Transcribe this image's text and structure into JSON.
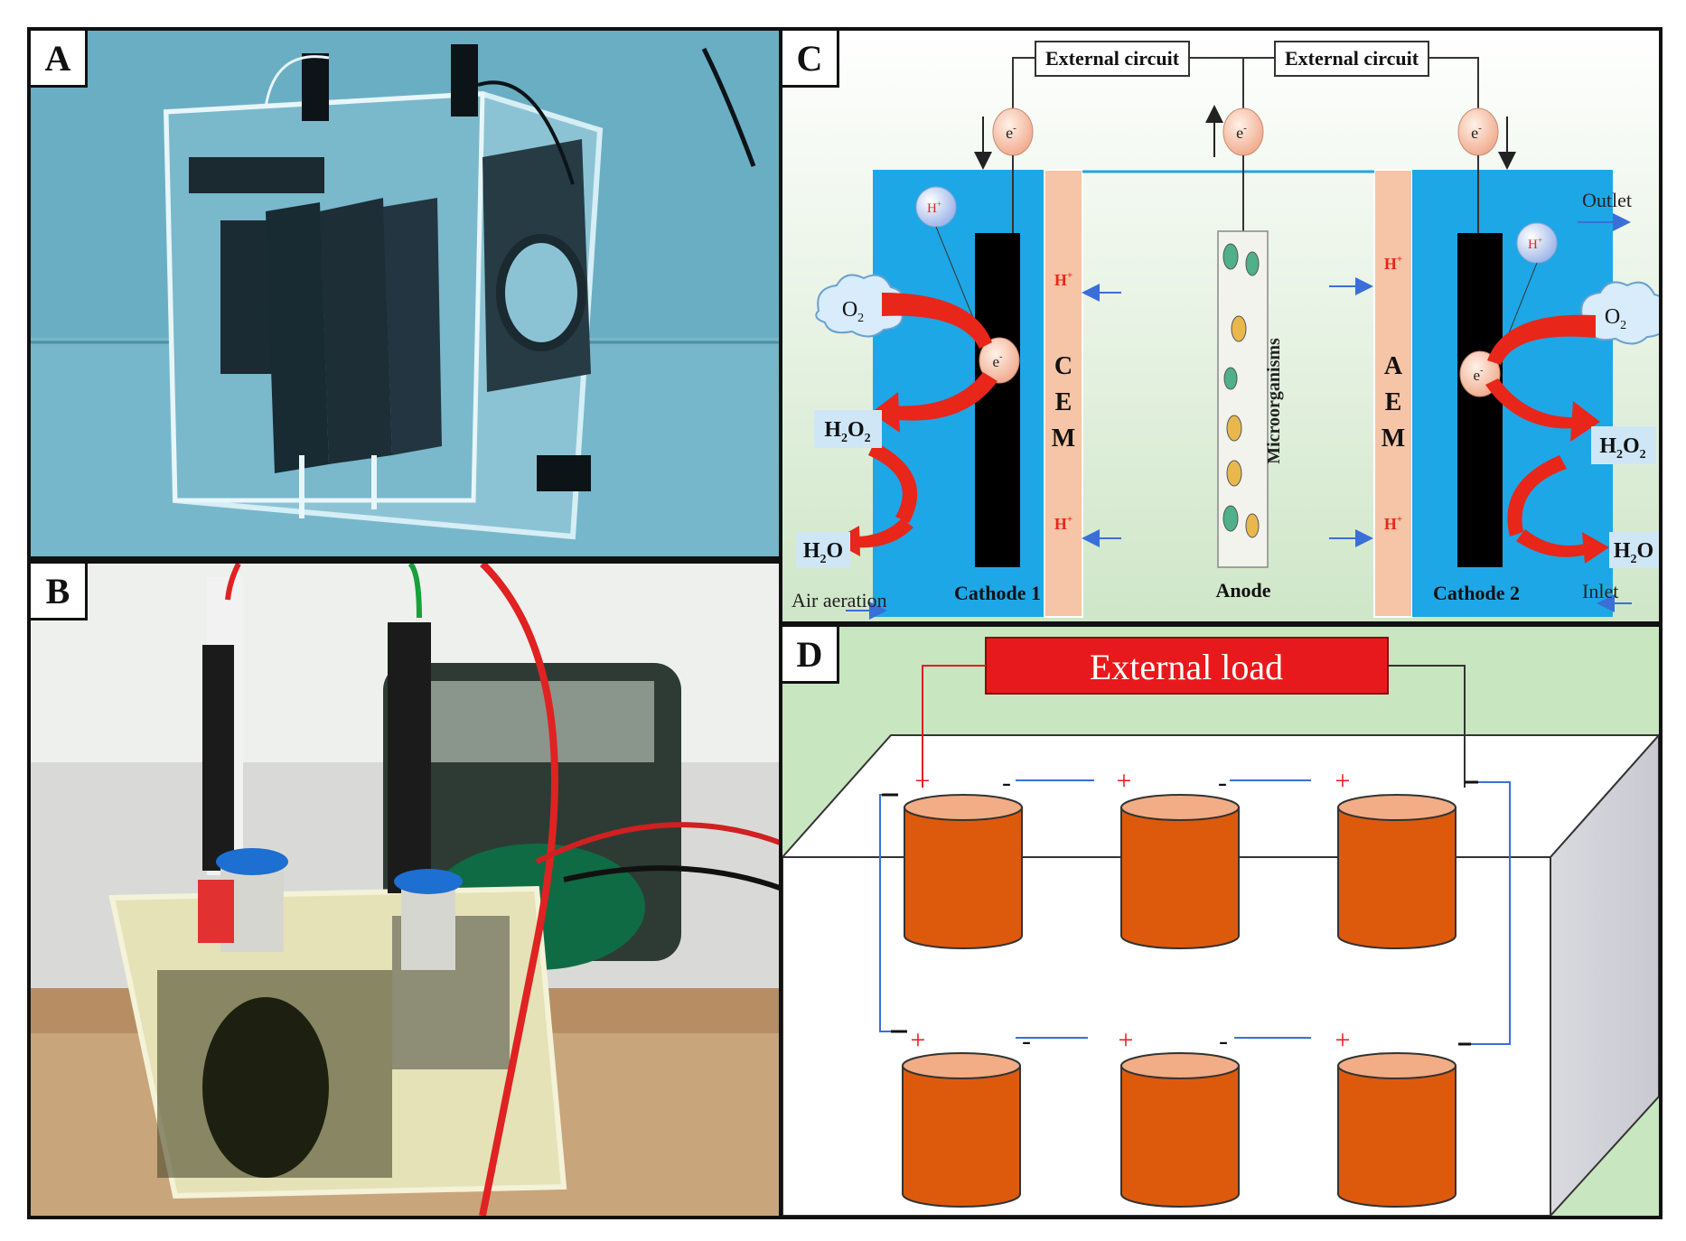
{
  "panels": {
    "a": {
      "letter": "A"
    },
    "b": {
      "letter": "B"
    },
    "c": {
      "letter": "C",
      "external_circuit_left": "External circuit",
      "external_circuit_right": "External circuit",
      "electron": "e",
      "electron_sup": "-",
      "proton": "H",
      "proton_sup": "+",
      "oxygen": "O",
      "oxygen_sub": "2",
      "peroxide_left_a": "H",
      "peroxide_left_sub1": "2",
      "peroxide_left_b": "O",
      "peroxide_left_sub2": "2",
      "water": "H",
      "water_sub": "2",
      "water_o": "O",
      "cem": [
        "C",
        "E",
        "M"
      ],
      "aem": [
        "A",
        "E",
        "M"
      ],
      "microorganisms": "Microorganisms",
      "cathode1": "Cathode 1",
      "cathode2": "Cathode 2",
      "anode": "Anode",
      "outlet": "Outlet",
      "inlet": "Inlet",
      "air_aeration": "Air aeration"
    },
    "d": {
      "letter": "D",
      "external_load": "External load",
      "plus": "+",
      "minus": "-"
    }
  },
  "colors": {
    "panel_a_tint": "#6aaec4",
    "chamber_blue": "#1ea7e6",
    "membrane_peach": "#f6c4a6",
    "electrode_black": "#000000",
    "arrow_red": "#e8261a",
    "load_red": "#e8191c",
    "cell_orange": "#dd5a0c",
    "cell_top": "#f2ad86",
    "panel_d_bg": "#c8e6c0"
  }
}
